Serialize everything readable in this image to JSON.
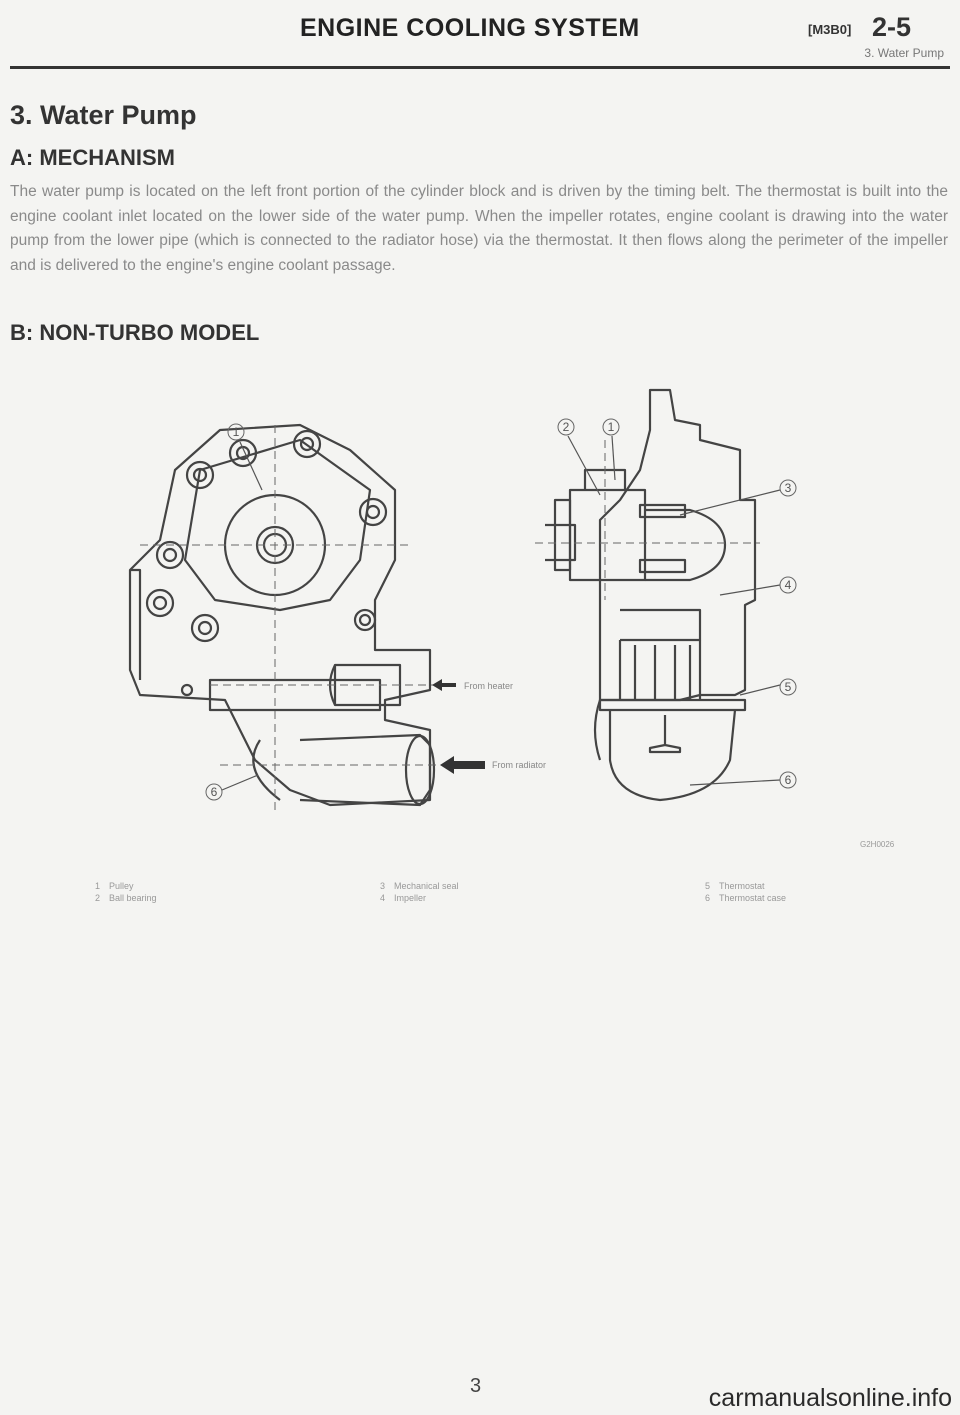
{
  "header": {
    "title": "ENGINE COOLING SYSTEM",
    "code": "[M3B0]",
    "page": "2-5",
    "subtitle": "3. Water Pump"
  },
  "section": {
    "title": "3. Water Pump",
    "a_heading": "A: MECHANISM",
    "a_body": "The water pump is located on the left front portion of the cylinder block and is driven by the timing belt. The thermostat is built into the engine coolant inlet located on the lower side of the water pump. When the impeller rotates, engine coolant is drawing into the water pump from the lower pipe (which is connected to the radiator hose) via the thermostat. It then flows along the perimeter of the impeller and is delivered to the engine's engine coolant passage.",
    "b_heading": "B: NON-TURBO MODEL"
  },
  "figure": {
    "from_heater": "From heater",
    "from_radiator": "From radiator",
    "code": "G2H0026",
    "callouts": [
      "1",
      "2",
      "3",
      "4",
      "5",
      "6"
    ]
  },
  "legend": [
    {
      "num": "1",
      "text": "Pulley"
    },
    {
      "num": "2",
      "text": "Ball bearing"
    },
    {
      "num": "3",
      "text": "Mechanical seal"
    },
    {
      "num": "4",
      "text": "Impeller"
    },
    {
      "num": "5",
      "text": "Thermostat"
    },
    {
      "num": "6",
      "text": "Thermostat case"
    }
  ],
  "footer": {
    "page_number": "3",
    "watermark": "carmanualsonline.info"
  }
}
